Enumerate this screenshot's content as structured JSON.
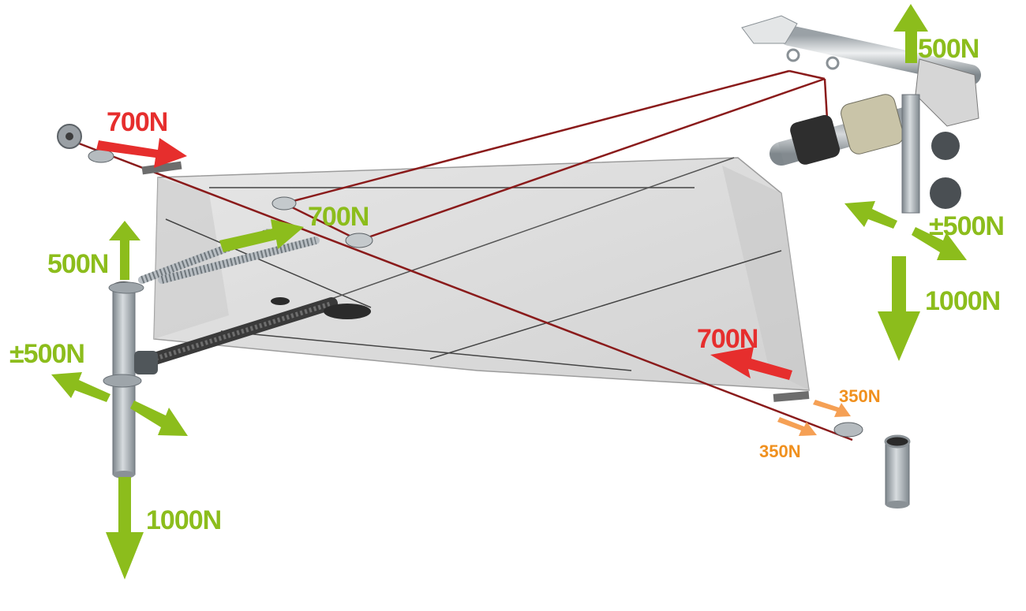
{
  "colors": {
    "load_green": "#8cbd1c",
    "tension_red": "#e62e2d",
    "tension_orange": "#f0901e",
    "rope": "#8a1b1b",
    "fabric": "#dcdcdc",
    "metal": "#a9afb4"
  },
  "labels": {
    "red_top_left": "700N",
    "green_center": "700N",
    "red_bottom_right": "700N",
    "green_left_up": "500N",
    "green_left_lateral": "±500N",
    "green_left_down": "1000N",
    "green_right_up": "500N",
    "green_right_lateral": "±500N",
    "green_right_down": "1000N",
    "orange_upper": "350N",
    "orange_lower": "350N"
  },
  "icons": [
    "force-arrow-icon",
    "post-icon",
    "pulley-icon",
    "spring-icon",
    "motor-icon",
    "bracket-icon"
  ]
}
